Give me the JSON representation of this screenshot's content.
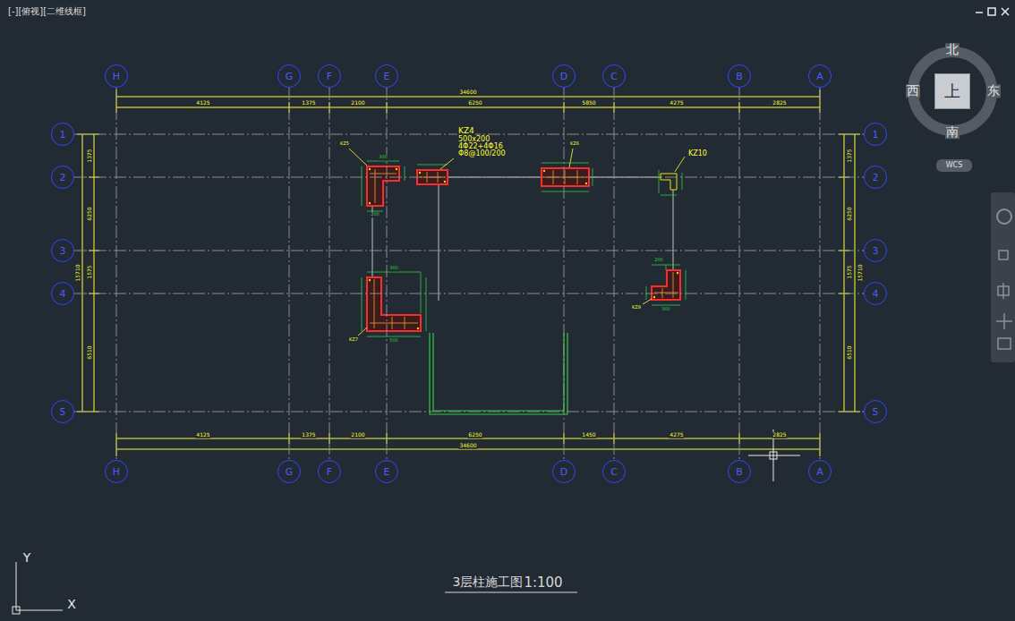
{
  "diagram": {
    "title": "3层柱施工图",
    "nodes": [
      {
        "text": [
          "H"
        ]
      },
      {
        "text": [
          "G"
        ]
      },
      {
        "text": [
          "F"
        ]
      },
      {
        "text": [
          "E"
        ]
      },
      {
        "text": [
          "D"
        ]
      },
      {
        "text": [
          "C"
        ]
      },
      {
        "text": [
          "B"
        ]
      },
      {
        "text": [
          "A"
        ]
      },
      {
        "text": [
          "1"
        ]
      },
      {
        "text": [
          "2"
        ]
      },
      {
        "text": [
          "3"
        ]
      },
      {
        "text": [
          "4"
        ]
      },
      {
        "text": [
          "5"
        ]
      },
      {
        "text": [
          "1"
        ]
      },
      {
        "text": [
          "2"
        ]
      },
      {
        "text": [
          "3"
        ]
      },
      {
        "text": [
          "4"
        ]
      },
      {
        "text": [
          "5"
        ]
      },
      {
        "text": [
          "H"
        ]
      },
      {
        "text": [
          "G"
        ]
      },
      {
        "text": [
          "F"
        ]
      },
      {
        "text": [
          "E"
        ]
      },
      {
        "text": [
          "D"
        ]
      },
      {
        "text": [
          "C"
        ]
      },
      {
        "text": [
          "B"
        ]
      },
      {
        "text": [
          "A"
        ]
      },
      {
        "text": [
          "上"
        ]
      },
      {
        "text": [
          "WCS"
        ]
      }
    ],
    "edges": [
      {
        "from": 0,
        "to": 18,
        "arrow": "none"
      },
      {
        "from": 1,
        "to": 19,
        "arrow": "none"
      },
      {
        "from": 2,
        "to": 20,
        "arrow": "none"
      },
      {
        "from": 3,
        "to": 21,
        "arrow": "none"
      },
      {
        "from": 4,
        "to": 22,
        "arrow": "none"
      },
      {
        "from": 5,
        "to": 23,
        "arrow": "none"
      },
      {
        "from": 6,
        "to": 24,
        "arrow": "none"
      },
      {
        "from": 7,
        "to": 25,
        "arrow": "none"
      },
      {
        "from": 8,
        "to": 13,
        "arrow": "none"
      },
      {
        "from": 9,
        "to": 14,
        "arrow": "none"
      },
      {
        "from": 10,
        "to": 15,
        "arrow": "none"
      },
      {
        "from": 11,
        "to": 16,
        "arrow": "none"
      },
      {
        "from": 12,
        "to": 17,
        "arrow": "none"
      }
    ],
    "labels": [
      "[-][俯视][二维线框]",
      "34600",
      "4125",
      "1375",
      "2100",
      "6250",
      "5850",
      "4275",
      "2825",
      "4125",
      "1375",
      "2100",
      "6250",
      "1450",
      "4275",
      "2825",
      "34600",
      "1375",
      "6250",
      "1575",
      "6510",
      "15710",
      "1375",
      "6250",
      "1575",
      "6510",
      "15710",
      "KZ4",
      "500x200",
      "4Φ22+4Φ16",
      "Φ8@100/200",
      "KZ10",
      "KZ5",
      "KZ6",
      "KZ7",
      "KZ9",
      "300",
      "200",
      "300",
      "500",
      "200",
      "300",
      "1:100",
      "北",
      "南",
      "西",
      "东",
      "Y",
      "X"
    ]
  }
}
